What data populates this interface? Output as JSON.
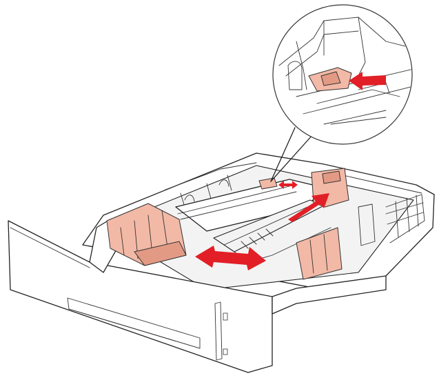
{
  "colors": {
    "arrow": "#e21f26",
    "guide": "#f2b9a6",
    "guide_dark": "#e39a85",
    "outline": "#222222",
    "background": "#ffffff"
  },
  "icons": {
    "figure": "paper-tray-illustration",
    "zoom": "magnified-detail-circle",
    "arrow_zoom": "red-arrow-left",
    "arrow_small": "red-double-arrow",
    "arrow_length": "red-arrow-diagonal",
    "arrow_width": "red-double-arrow-horizontal"
  }
}
